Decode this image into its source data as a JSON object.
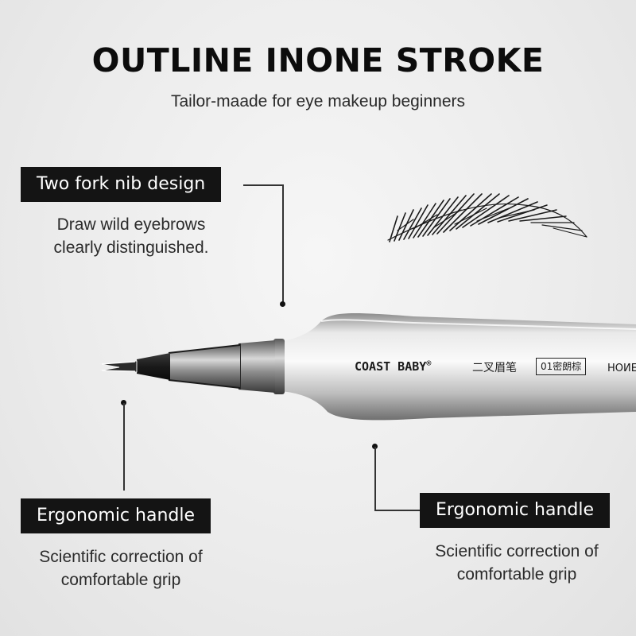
{
  "headline": "OUTLINE INONE STROKE",
  "subheadline": "Tailor-maade for eye makeup beginners",
  "callouts": {
    "nib": {
      "tag": "Two fork nib design",
      "desc_line1": "Draw wild eyebrows",
      "desc_line2": "clearly distinguished."
    },
    "handle_left": {
      "tag": "Ergonomic handle",
      "desc_line1": "Scientific correction of",
      "desc_line2": "comfortable grip"
    },
    "handle_right": {
      "tag": "Ergonomic handle",
      "desc_line1": "Scientific correction of",
      "desc_line2": "comfortable grip"
    }
  },
  "pen": {
    "brand": "COAST BABY",
    "registered_mark": "®",
    "cn_name": "二叉眉笔",
    "shade_label": "01密朗棕",
    "trailing_text": "HONE"
  },
  "colors": {
    "tag_background": "#141414",
    "tag_text": "#ffffff",
    "background": "#ececec",
    "pen_metal": "#c9c9c9"
  }
}
